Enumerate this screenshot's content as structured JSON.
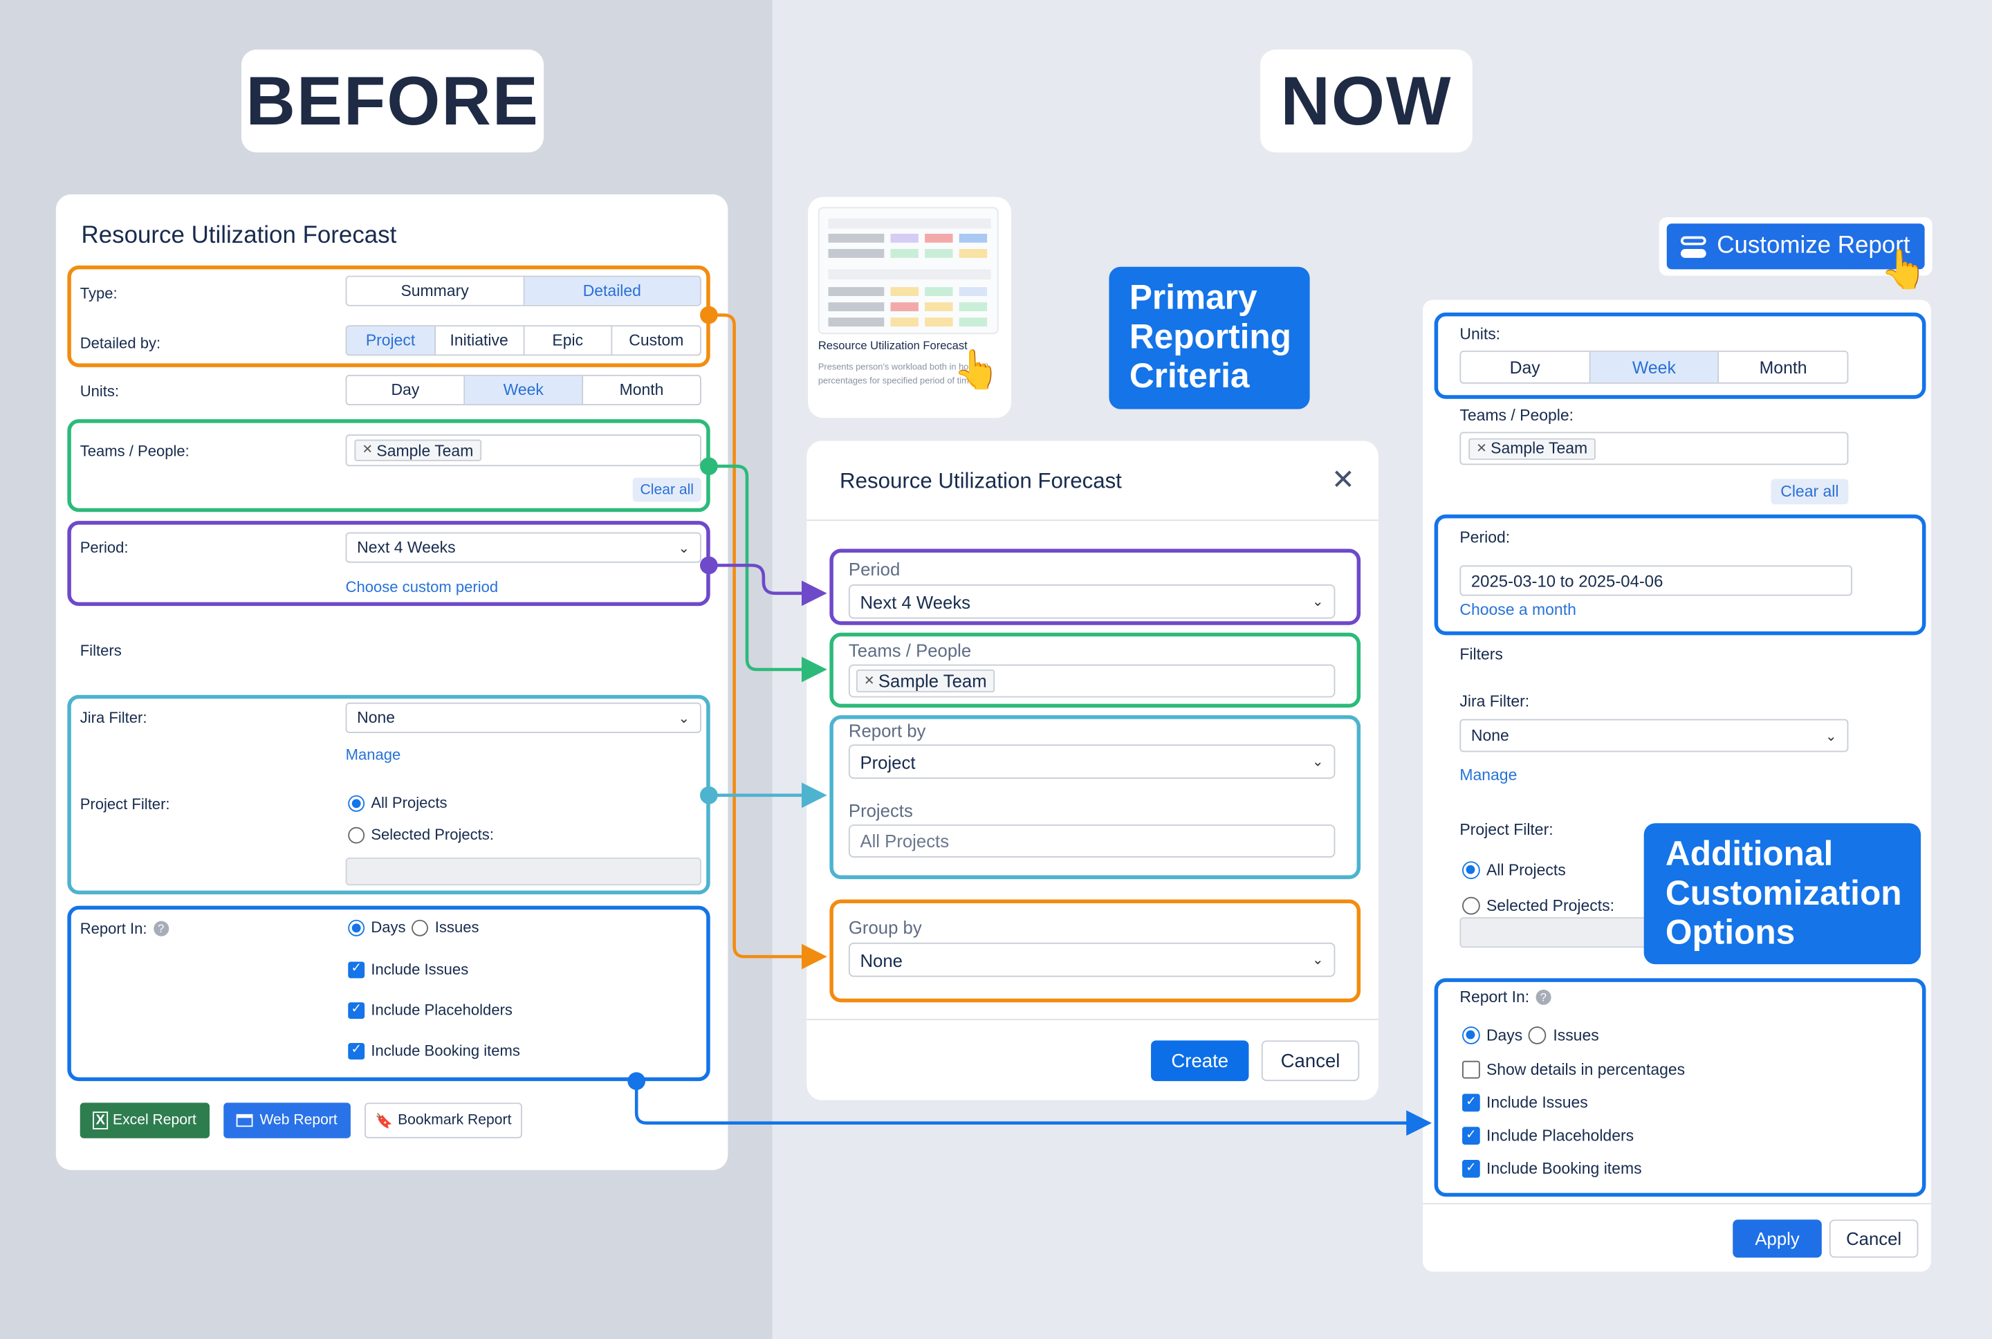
{
  "headings": {
    "before": "BEFORE",
    "now": "NOW"
  },
  "before": {
    "title": "Resource Utilization Forecast",
    "type_label": "Type:",
    "type_options": [
      "Summary",
      "Detailed"
    ],
    "detailed_by_label": "Detailed by:",
    "detailed_by_options": [
      "Project",
      "Initiative",
      "Epic",
      "Custom"
    ],
    "units_label": "Units:",
    "units_options": [
      "Day",
      "Week",
      "Month"
    ],
    "teams_label": "Teams / People:",
    "team_tag": "Sample Team",
    "clear_all": "Clear all",
    "period_label": "Period:",
    "period_value": "Next 4 Weeks",
    "custom_period_link": "Choose custom period",
    "filters_heading": "Filters",
    "jira_filter_label": "Jira Filter:",
    "jira_filter_value": "None",
    "manage_link": "Manage",
    "project_filter_label": "Project Filter:",
    "all_projects": "All Projects",
    "selected_projects": "Selected Projects:",
    "report_in_label": "Report In:",
    "days": "Days",
    "issues": "Issues",
    "include_issues": "Include Issues",
    "include_placeholders": "Include Placeholders",
    "include_booking": "Include Booking items",
    "excel_report": "Excel Report",
    "web_report": "Web Report",
    "bookmark_report": "Bookmark Report"
  },
  "thumbnail": {
    "title": "Resource Utilization Forecast",
    "desc": "Presents person's workload both in hours & percentages for specified period of time."
  },
  "callouts": {
    "primary": "Primary Reporting Criteria",
    "additional": "Additional Customization Options"
  },
  "modal": {
    "title": "Resource Utilization Forecast",
    "period_label": "Period",
    "period_value": "Next 4 Weeks",
    "teams_label": "Teams / People",
    "team_tag": "Sample Team",
    "report_by_label": "Report by",
    "report_by_value": "Project",
    "projects_label": "Projects",
    "projects_placeholder": "All Projects",
    "group_by_label": "Group by",
    "group_by_value": "None",
    "create": "Create",
    "cancel": "Cancel"
  },
  "customize": {
    "button": "Customize Report",
    "units_label": "Units:",
    "units_options": [
      "Day",
      "Week",
      "Month"
    ],
    "teams_label": "Teams / People:",
    "team_tag": "Sample Team",
    "clear_all": "Clear all",
    "period_label": "Period:",
    "period_value": "2025-03-10 to 2025-04-06",
    "choose_month": "Choose a month",
    "filters_heading": "Filters",
    "jira_filter_label": "Jira Filter:",
    "jira_filter_value": "None",
    "manage_link": "Manage",
    "project_filter_label": "Project Filter:",
    "all_projects": "All Projects",
    "selected_projects": "Selected Projects:",
    "report_in_label": "Report In:",
    "days": "Days",
    "issues": "Issues",
    "show_percentages": "Show details in percentages",
    "include_issues": "Include Issues",
    "include_placeholders": "Include Placeholders",
    "include_booking": "Include Booking items",
    "apply": "Apply",
    "cancel": "Cancel"
  },
  "colors": {
    "orange": "#f28c0f",
    "green": "#2cba7a",
    "purple": "#6e49c9",
    "cyan": "#4db3cf",
    "blue": "#1474e8"
  }
}
